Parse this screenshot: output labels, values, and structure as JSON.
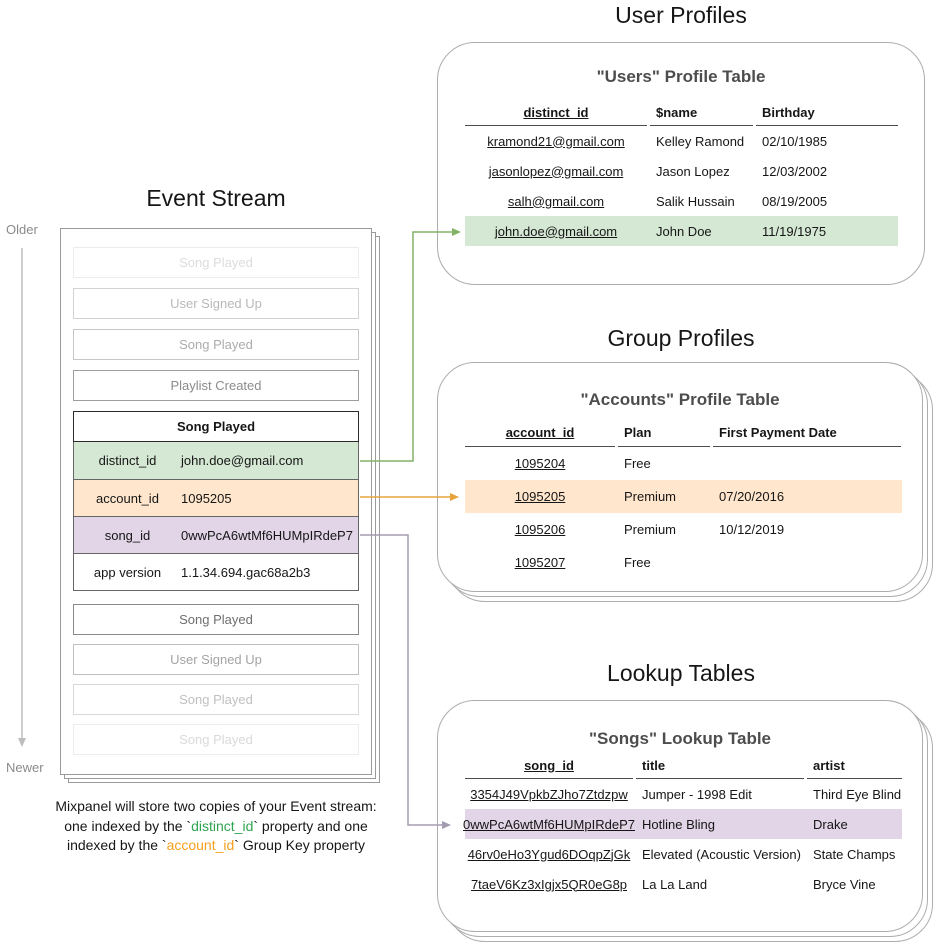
{
  "colors": {
    "green_fill": "#d5e8d4",
    "orange_fill": "#ffe6cc",
    "purple_fill": "#e1d5e7",
    "green_arrow": "#82b366",
    "orange_arrow": "#e8a33d",
    "purple_arrow": "#a39bb0",
    "timeline_arrow": "#bdbdbd",
    "caption_green": "#2ea44f",
    "caption_orange": "#f59f1e"
  },
  "event_stream": {
    "section_title": "Event Stream",
    "older_label": "Older",
    "newer_label": "Newer",
    "events_before": [
      {
        "label": "Song Played"
      },
      {
        "label": "User Signed Up"
      },
      {
        "label": "Song Played"
      },
      {
        "label": "Playlist Created"
      }
    ],
    "expanded_event": {
      "title": "Song Played",
      "properties": [
        {
          "key": "distinct_id",
          "value": "john.doe@gmail.com"
        },
        {
          "key": "account_id",
          "value": "1095205"
        },
        {
          "key": "song_id",
          "value": "0wwPcA6wtMf6HUMpIRdeP7"
        },
        {
          "key": "app version",
          "value": "1.1.34.694.gac68a2b3"
        }
      ]
    },
    "events_after": [
      {
        "label": "Song Played"
      },
      {
        "label": "User Signed Up"
      },
      {
        "label": "Song Played"
      },
      {
        "label": "Song Played"
      }
    ]
  },
  "caption": {
    "line1": "Mixpanel will store two copies of your Event stream:",
    "line2_pre": "one indexed by the `",
    "line2_keyword": "distinct_id",
    "line2_post": "` property and one",
    "line3_pre": "indexed by the `",
    "line3_keyword": "account_id",
    "line3_post": "` Group Key property"
  },
  "user_profiles": {
    "section_title": "User Profiles",
    "table_title": "\"Users\" Profile Table",
    "columns": [
      "distinct_id",
      "$name",
      "Birthday"
    ],
    "rows": [
      {
        "distinct_id": "kramond21@gmail.com",
        "name": "Kelley Ramond",
        "birthday": "02/10/1985"
      },
      {
        "distinct_id": "jasonlopez@gmail.com",
        "name": "Jason Lopez",
        "birthday": "12/03/2002"
      },
      {
        "distinct_id": "salh@gmail.com",
        "name": "Salik Hussain",
        "birthday": "08/19/2005"
      },
      {
        "distinct_id": "john.doe@gmail.com",
        "name": "John Doe",
        "birthday": "11/19/1975"
      }
    ]
  },
  "group_profiles": {
    "section_title": "Group Profiles",
    "table_title": "\"Accounts\" Profile Table",
    "columns": [
      "account_id",
      "Plan",
      "First Payment Date"
    ],
    "rows": [
      {
        "account_id": "1095204",
        "plan": "Free",
        "first_payment_date": ""
      },
      {
        "account_id": "1095205",
        "plan": "Premium",
        "first_payment_date": "07/20/2016"
      },
      {
        "account_id": "1095206",
        "plan": "Premium",
        "first_payment_date": "10/12/2019"
      },
      {
        "account_id": "1095207",
        "plan": "Free",
        "first_payment_date": ""
      }
    ]
  },
  "lookup_tables": {
    "section_title": "Lookup Tables",
    "table_title": "\"Songs\" Lookup Table",
    "columns": [
      "song_id",
      "title",
      "artist"
    ],
    "rows": [
      {
        "song_id": "3354J49VpkbZJho7Ztdzpw",
        "title": "Jumper - 1998 Edit",
        "artist": "Third Eye Blind"
      },
      {
        "song_id": "0wwPcA6wtMf6HUMpIRdeP7",
        "title": "Hotline Bling",
        "artist": "Drake"
      },
      {
        "song_id": "46rv0eHo3Ygud6DOqpZjGk",
        "title": "Elevated (Acoustic Version)",
        "artist": "State Champs"
      },
      {
        "song_id": "7taeV6Kz3xIgjx5QR0eG8p",
        "title": "La La Land",
        "artist": "Bryce Vine"
      }
    ]
  }
}
